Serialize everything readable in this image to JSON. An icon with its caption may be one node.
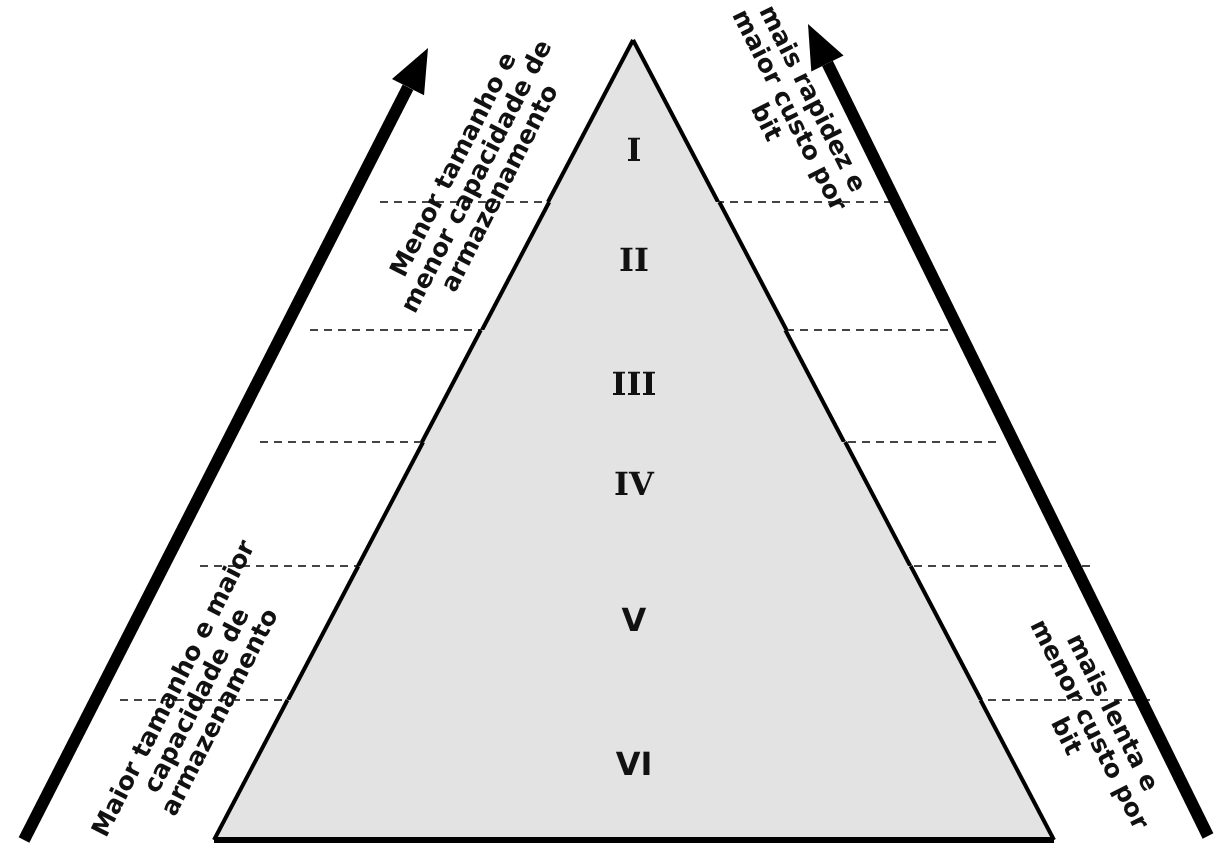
{
  "diagram": {
    "nodes": [
      {
        "text": [
          "I"
        ]
      },
      {
        "text": [
          "II"
        ]
      },
      {
        "text": [
          "III"
        ]
      },
      {
        "text": [
          "IV"
        ]
      },
      {
        "text": [
          "V"
        ]
      },
      {
        "text": [
          "VI"
        ]
      }
    ],
    "labels": [
      "Menor tamanho e menor capacidade de armazenamento",
      "mais rapidez e maior custo por bit",
      "Maior tamanho e maior capacidade de armazenamento",
      "mais lenta e menor custo por bit"
    ]
  }
}
